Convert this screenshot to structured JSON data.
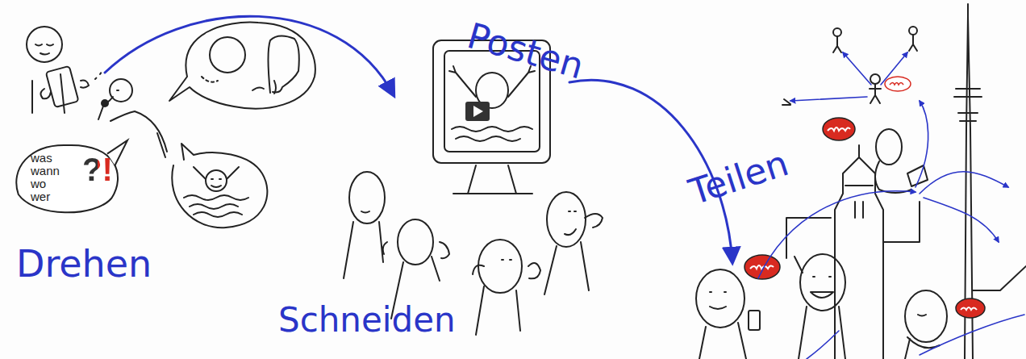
{
  "diagram": {
    "nodes": [
      {
        "text": [
          "was wann wo wer",
          "?!"
        ]
      }
    ],
    "labels": [
      "Drehen",
      "Schneiden",
      "Posten",
      "Teilen"
    ]
  }
}
